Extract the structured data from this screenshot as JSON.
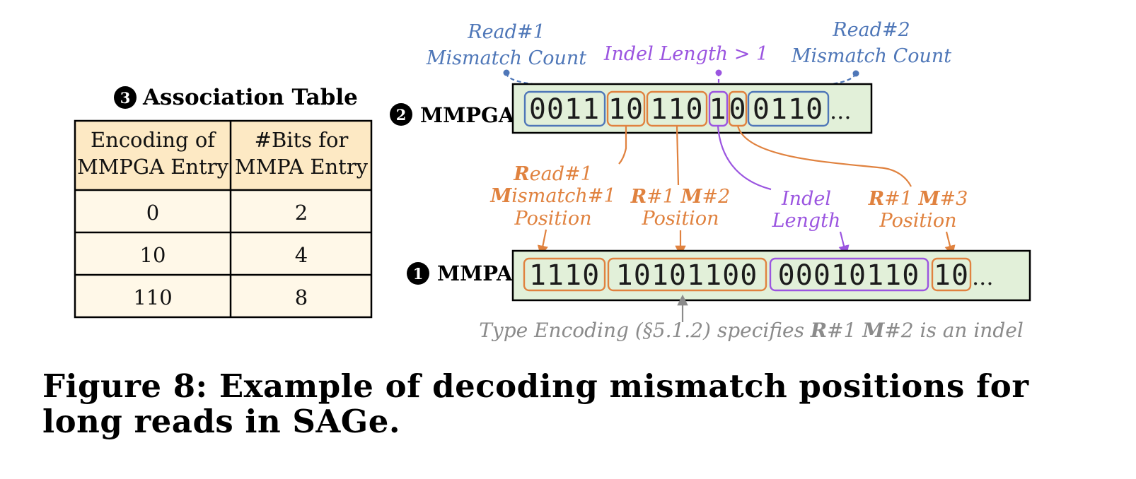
{
  "association_table": {
    "marker": "3",
    "title": "Association Table",
    "headers": [
      [
        "Encoding of",
        "MMPGA Entry"
      ],
      [
        "#Bits for",
        "MMPA Entry"
      ]
    ],
    "rows": [
      [
        "0",
        "2"
      ],
      [
        "10",
        "4"
      ],
      [
        "110",
        "8"
      ]
    ]
  },
  "mmpga": {
    "marker": "2",
    "label": "MMPGA",
    "groups": [
      "0011",
      "10",
      "110",
      "1",
      "0",
      "0110"
    ],
    "ellipsis": "..."
  },
  "mmpa": {
    "marker": "1",
    "label": "MMPA",
    "groups": [
      "1110",
      "10101100",
      "00010110",
      "10"
    ],
    "ellipsis": "..."
  },
  "annotations": {
    "read1_count": [
      "Read#1",
      "Mismatch Count"
    ],
    "indel_gt1": "Indel Length > 1",
    "read2_count": [
      "Read#2",
      "Mismatch Count"
    ],
    "r1m1": {
      "line1_bold": "R",
      "line1_rest": "ead#1",
      "line2_bold": "M",
      "line2_rest": "ismatch#1",
      "line3": "Position"
    },
    "r1m2": {
      "a": "R",
      "b": "#1 ",
      "c": "M",
      "d": "#2",
      "line2": "Position"
    },
    "indel_len": [
      "Indel",
      "Length"
    ],
    "r1m3": {
      "a": "R",
      "b": "#1 ",
      "c": "M",
      "d": "#3",
      "line2": "Position"
    },
    "type_enc": {
      "pre": "Type Encoding (§5.1.2) specifies ",
      "b1": "R",
      "mid": "#1 ",
      "b2": "M",
      "post": "#2 is an indel"
    }
  },
  "colors": {
    "blue": "#4f77b8",
    "orange": "#e0823f",
    "purple": "#9b55e0",
    "gray": "#8b8b8b",
    "panel": "#e2f0d9",
    "table_cell": "#fff8e8",
    "table_header": "#fde9c4"
  },
  "caption": "Figure 8: Example of decoding mismatch positions for long reads in SAGe."
}
